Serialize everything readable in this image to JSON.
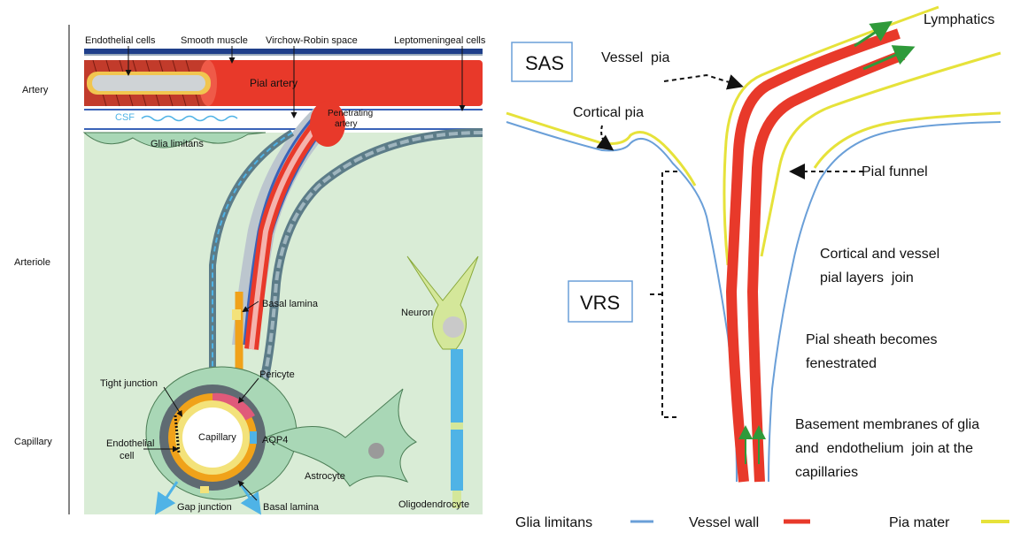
{
  "left_panel": {
    "row_labels": {
      "artery": "Artery",
      "arteriole": "Arteriole",
      "capillary": "Capillary"
    },
    "labels": {
      "endothelial_cells": "Endothelial cells",
      "smooth_muscle": "Smooth muscle",
      "virchow_robin_space": "Virchow-Robin space",
      "leptomeningeal_cells": "Leptomeningeal cells",
      "pial_artery": "Pial artery",
      "csf": "CSF",
      "penetrating_artery_1": "Penetrating",
      "penetrating_artery_2": "artery",
      "glia_limitans": "Glia limitans",
      "basal_lamina_top": "Basal lamina",
      "neuron": "Neuron",
      "tight_junction": "Tight junction",
      "pericyte": "Pericyte",
      "capillary": "Capillary",
      "aqp4": "AQP4",
      "endothelial_cell_1": "Endothelial",
      "endothelial_cell_2": "cell",
      "astrocyte": "Astrocyte",
      "oligodendrocyte": "Oligodendrocyte",
      "gap_junction": "Gap junction",
      "basal_lamina_bottom": "Basal lamina"
    }
  },
  "right_panel": {
    "sas": "SAS",
    "vrs": "VRS",
    "lymphatics": "Lymphatics",
    "vessel_pia": "Vessel  pia",
    "cortical_pia": "Cortical pia",
    "pial_funnel": "Pial funnel",
    "cortical_join_1": "Cortical and vessel",
    "cortical_join_2": "pial layers  join",
    "fenestrated_1": "Pial sheath becomes",
    "fenestrated_2": "fenestrated",
    "basement_1": "Basement membranes of glia",
    "basement_2": "and  endothelium  join at the",
    "basement_3": "capillaries"
  },
  "legend": {
    "glia_limitans": "Glia limitans",
    "vessel_wall": "Vessel wall",
    "pia_mater": "Pia mater"
  },
  "colors": {
    "glia": "#6a9fd8",
    "vessel": "#e8392a",
    "pia": "#e6e23a",
    "tissue": "#c8e6c8",
    "green_arrow": "#2f9a3a"
  }
}
